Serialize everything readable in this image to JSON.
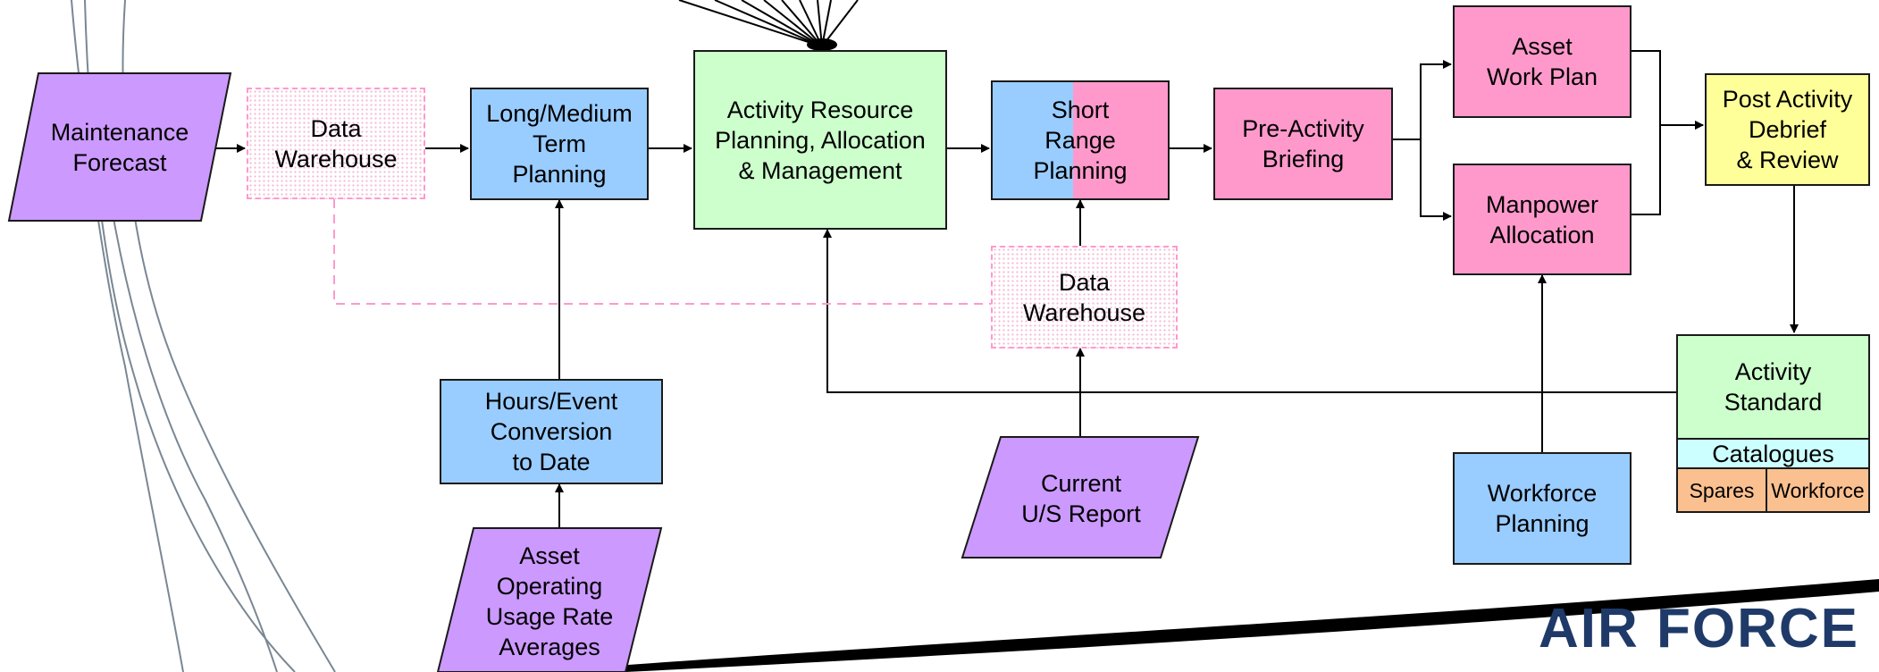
{
  "diagram": {
    "nodes": {
      "maintenance_forecast": "Maintenance\nForecast",
      "data_warehouse_top": "Data\nWarehouse",
      "long_medium_term_planning": "Long/Medium\nTerm\nPlanning",
      "activity_resource_planning": "Activity Resource\nPlanning, Allocation\n& Management",
      "short_range_planning": "Short\nRange\nPlanning",
      "pre_activity_briefing": "Pre-Activity\nBriefing",
      "asset_work_plan": "Asset\nWork Plan",
      "manpower_allocation": "Manpower\nAllocation",
      "post_activity_debrief": "Post Activity\nDebrief\n& Review",
      "data_warehouse_bottom": "Data\nWarehouse",
      "hours_event_conversion": "Hours/Event\nConversion\nto Date",
      "asset_operating_usage": "Asset\nOperating\nUsage Rate\nAverages",
      "current_us_report": "Current\nU/S Report",
      "workforce_planning": "Workforce\nPlanning",
      "activity_standard": "Activity\nStandard",
      "catalogues": "Catalogues",
      "spares": "Spares",
      "workforce": "Workforce"
    },
    "colors": {
      "blue": "#99ccff",
      "green": "#ccffcc",
      "pink": "#ff99cc",
      "purple": "#cc99ff",
      "yellow": "#ffff99",
      "orange": "#fac090",
      "cyan": "#ccffff"
    }
  },
  "logo": {
    "text": "AIR FORCE"
  }
}
